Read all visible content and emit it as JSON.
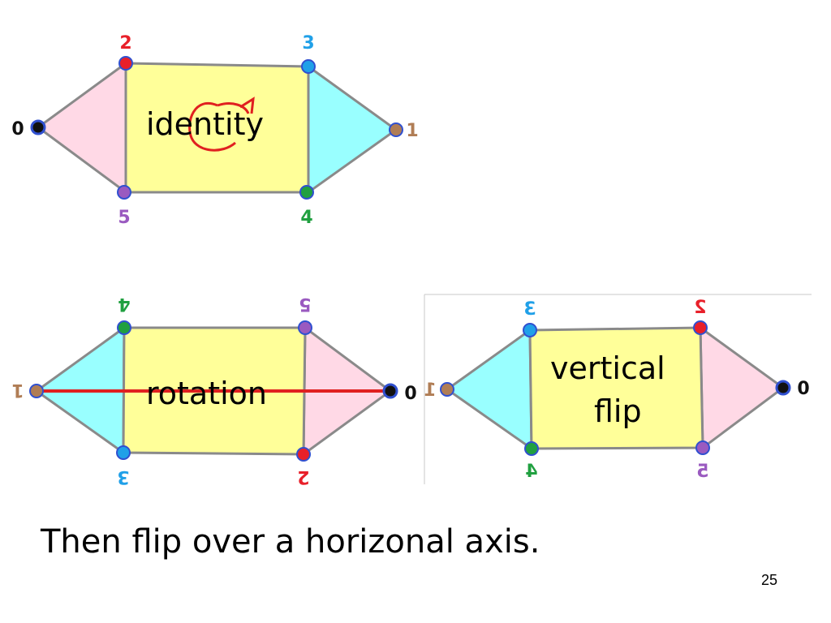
{
  "diagrams": {
    "identity": {
      "title": "identity",
      "labels": {
        "v0": "0",
        "v1": "1",
        "v2": "2",
        "v3": "3",
        "v4": "4",
        "v5": "5"
      }
    },
    "rotation": {
      "title": "rotation",
      "labels": {
        "left": "1",
        "right": "0",
        "top_left": "4",
        "top_right": "5",
        "bottom_left": "3",
        "bottom_right": "2"
      }
    },
    "vertical_flip": {
      "title_line1": "vertical",
      "title_line2": "flip",
      "labels": {
        "left": "1",
        "right": "0",
        "top_left": "3",
        "top_right": "2",
        "bottom_left": "4",
        "bottom_right": "5"
      }
    }
  },
  "caption": "Then flip over a horizonal axis.",
  "page_number": "25",
  "colors": {
    "rect_fill": "#ffff99",
    "pink_fill": "#ffd9e6",
    "cyan_fill": "#99ffff",
    "edge": "#8a8a8a",
    "axis_line": "#e02020",
    "v0": "#111111",
    "v1": "#b07d55",
    "v2": "#e8202a",
    "v3": "#20a0e8",
    "v4": "#20a040",
    "v5": "#9a5ac0"
  }
}
